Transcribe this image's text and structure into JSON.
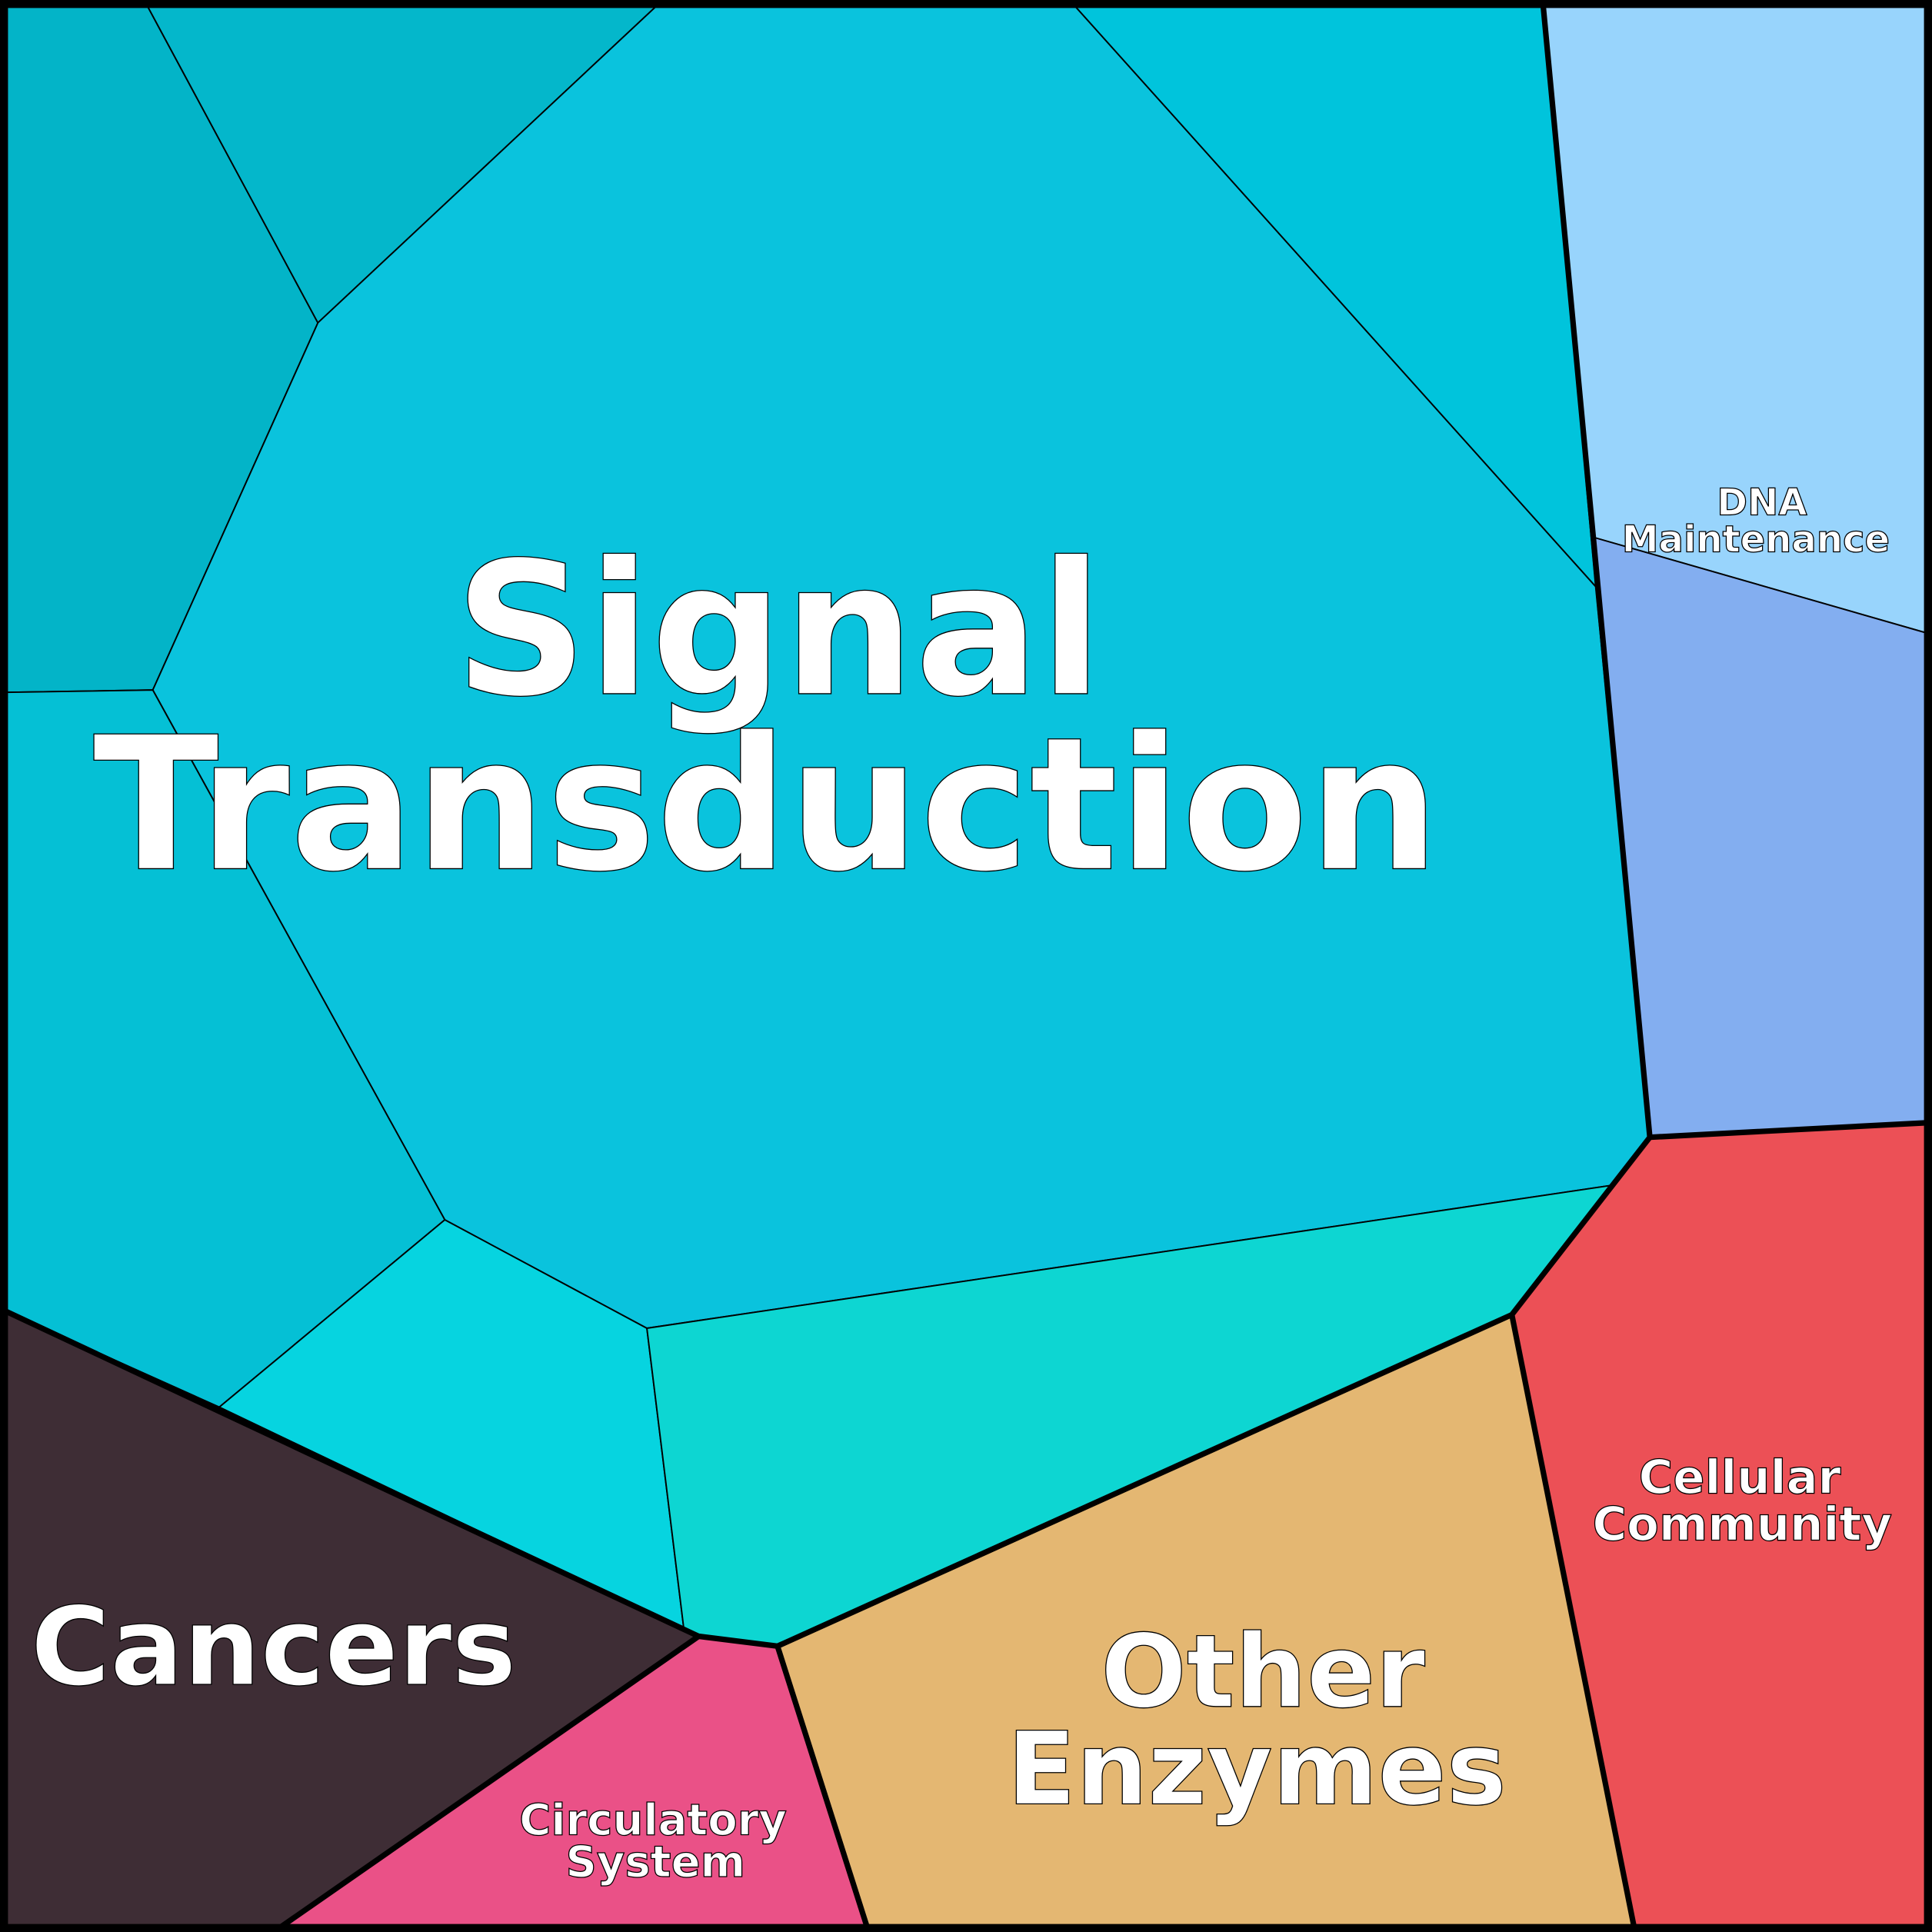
{
  "title": "Voronoi treemap of pathways",
  "groups": {
    "signal_transduction": {
      "line1": "Signal",
      "line2": "Transduction",
      "color": "#0ac3dd"
    },
    "dna_maintenance": {
      "line1": "DNA",
      "line2": "Maintenance",
      "color": "#98d4fc"
    },
    "cellular_community": {
      "line1": "Cellular",
      "line2": "Community",
      "color": "#ec5056"
    },
    "other_enzymes": {
      "line1": "Other",
      "line2": "Enzymes",
      "color": "#e4b772"
    },
    "circulatory_system": {
      "line1": "Circulatory",
      "line2": "System",
      "color": "#ea5187"
    },
    "cancers": {
      "line1": "Cancers",
      "color": "#3e2d35"
    }
  }
}
